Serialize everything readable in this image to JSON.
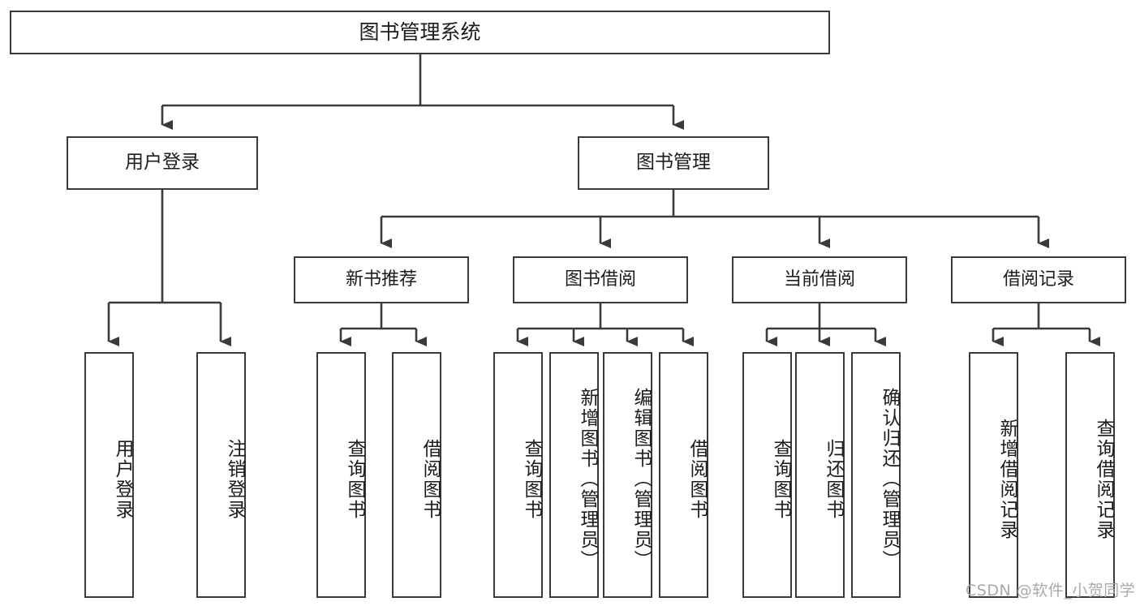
{
  "diagram": {
    "title": "图书管理系统",
    "type": "tree",
    "watermark": "CSDN @软件_小贺同学",
    "colors": {
      "stroke": "#3a3a3a",
      "fill": "#ffffff",
      "text": "#1c1c1c",
      "watermark": "#a9a9a9"
    },
    "nodes": {
      "root": {
        "label": "图书管理系统"
      },
      "level2": [
        {
          "label": "用户登录"
        },
        {
          "label": "图书管理"
        }
      ],
      "level3": [
        {
          "label": "新书推荐"
        },
        {
          "label": "图书借阅"
        },
        {
          "label": "当前借阅"
        },
        {
          "label": "借阅记录"
        }
      ],
      "leaves": {
        "user_login": [
          {
            "label": "用户登录"
          },
          {
            "label": "注销登录"
          }
        ],
        "new_book_recommend": [
          {
            "label": "查询图书"
          },
          {
            "label": "借阅图书"
          }
        ],
        "book_borrow": [
          {
            "label": "查询图书"
          },
          {
            "label": "新增图书（管理员）"
          },
          {
            "label": "编辑图书（管理员）"
          },
          {
            "label": "借阅图书"
          }
        ],
        "current_borrow": [
          {
            "label": "查询图书"
          },
          {
            "label": "归还图书"
          },
          {
            "label": "确认归还（管理员）"
          }
        ],
        "borrow_record": [
          {
            "label": "新增借阅记录"
          },
          {
            "label": "查询借阅记录"
          }
        ]
      }
    },
    "edges": [
      {
        "from": "图书管理系统",
        "to": "用户登录"
      },
      {
        "from": "图书管理系统",
        "to": "图书管理"
      },
      {
        "from": "用户登录",
        "to": "用户登录"
      },
      {
        "from": "用户登录",
        "to": "注销登录"
      },
      {
        "from": "图书管理",
        "to": "新书推荐"
      },
      {
        "from": "图书管理",
        "to": "图书借阅"
      },
      {
        "from": "图书管理",
        "to": "当前借阅"
      },
      {
        "from": "图书管理",
        "to": "借阅记录"
      },
      {
        "from": "新书推荐",
        "to": "查询图书"
      },
      {
        "from": "新书推荐",
        "to": "借阅图书"
      },
      {
        "from": "图书借阅",
        "to": "查询图书"
      },
      {
        "from": "图书借阅",
        "to": "新增图书（管理员）"
      },
      {
        "from": "图书借阅",
        "to": "编辑图书（管理员）"
      },
      {
        "from": "图书借阅",
        "to": "借阅图书"
      },
      {
        "from": "当前借阅",
        "to": "查询图书"
      },
      {
        "from": "当前借阅",
        "to": "归还图书"
      },
      {
        "from": "当前借阅",
        "to": "确认归还（管理员）"
      },
      {
        "from": "借阅记录",
        "to": "新增借阅记录"
      },
      {
        "from": "借阅记录",
        "to": "查询借阅记录"
      }
    ]
  }
}
